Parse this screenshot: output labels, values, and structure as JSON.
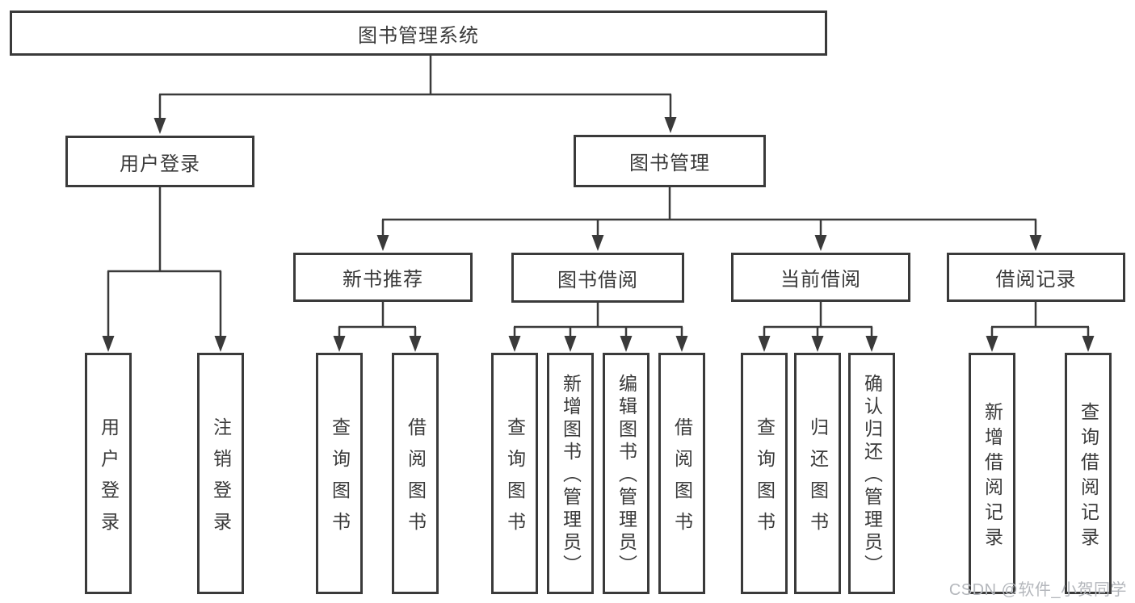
{
  "tree": {
    "label": "图书管理系统",
    "children": [
      {
        "label": "用户登录",
        "children": [
          {
            "label": "用户登录"
          },
          {
            "label": "注销登录"
          }
        ]
      },
      {
        "label": "图书管理",
        "children": [
          {
            "label": "新书推荐",
            "children": [
              {
                "label": "查询图书"
              },
              {
                "label": "借阅图书"
              }
            ]
          },
          {
            "label": "图书借阅",
            "children": [
              {
                "label": "查询图书"
              },
              {
                "label": "新增图书（管理员）"
              },
              {
                "label": "编辑图书（管理员）"
              },
              {
                "label": "借阅图书"
              }
            ]
          },
          {
            "label": "当前借阅",
            "children": [
              {
                "label": "查询图书"
              },
              {
                "label": "归还图书"
              },
              {
                "label": "确认归还（管理员）"
              }
            ]
          },
          {
            "label": "借阅记录",
            "children": [
              {
                "label": "新增借阅记录"
              },
              {
                "label": "查询借阅记录"
              }
            ]
          }
        ]
      }
    ]
  },
  "watermark": {
    "text": "CSDN @软件_小贺同学"
  },
  "colors": {
    "line": "#3a3a3a",
    "text": "#3a3a3a",
    "watermark": "#b4b7bc",
    "background": "#ffffff"
  }
}
